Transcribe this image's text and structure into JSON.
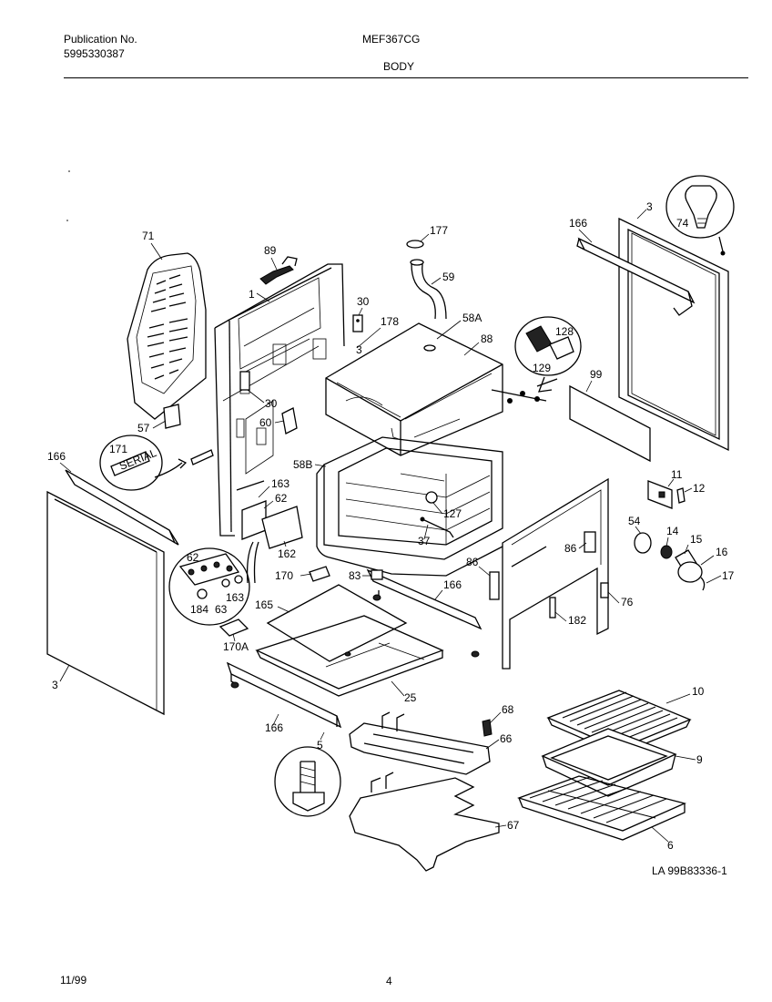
{
  "header": {
    "publication_label": "Publication No.",
    "publication_number": "5995330387",
    "model": "MEF367CG",
    "section": "BODY"
  },
  "footer": {
    "date": "11/99",
    "page": "4",
    "drawing_code": "LA 99B83336-1"
  },
  "callouts": {
    "p71": "71",
    "p89": "89",
    "p1": "1",
    "p30a": "30",
    "p178": "178",
    "p177": "177",
    "p59": "59",
    "p58A": "58A",
    "p88": "88",
    "p128": "128",
    "p129": "129",
    "p3a": "3",
    "p166a": "166",
    "p74": "74",
    "p99": "99",
    "p30b": "30",
    "p60": "60",
    "p57": "57",
    "p171": "171",
    "p166b": "166",
    "p58B": "58B",
    "p163a": "163",
    "p62a": "62",
    "p127": "127",
    "p37": "37",
    "p162": "162",
    "p11": "11",
    "p12": "12",
    "p54": "54",
    "p14": "14",
    "p15": "15",
    "p16": "16",
    "p17": "17",
    "p86a": "86",
    "p86b": "86",
    "p76": "76",
    "p62b": "62",
    "p184": "184",
    "p63": "63",
    "p163b": "163",
    "p170": "170",
    "p83": "83",
    "p166c": "166",
    "p165": "165",
    "p182": "182",
    "p170A": "170A",
    "p3b": "3",
    "p25": "25",
    "p166d": "166",
    "p68": "68",
    "p66": "66",
    "p5": "5",
    "p10": "10",
    "p9": "9",
    "p67": "67",
    "p6": "6"
  }
}
